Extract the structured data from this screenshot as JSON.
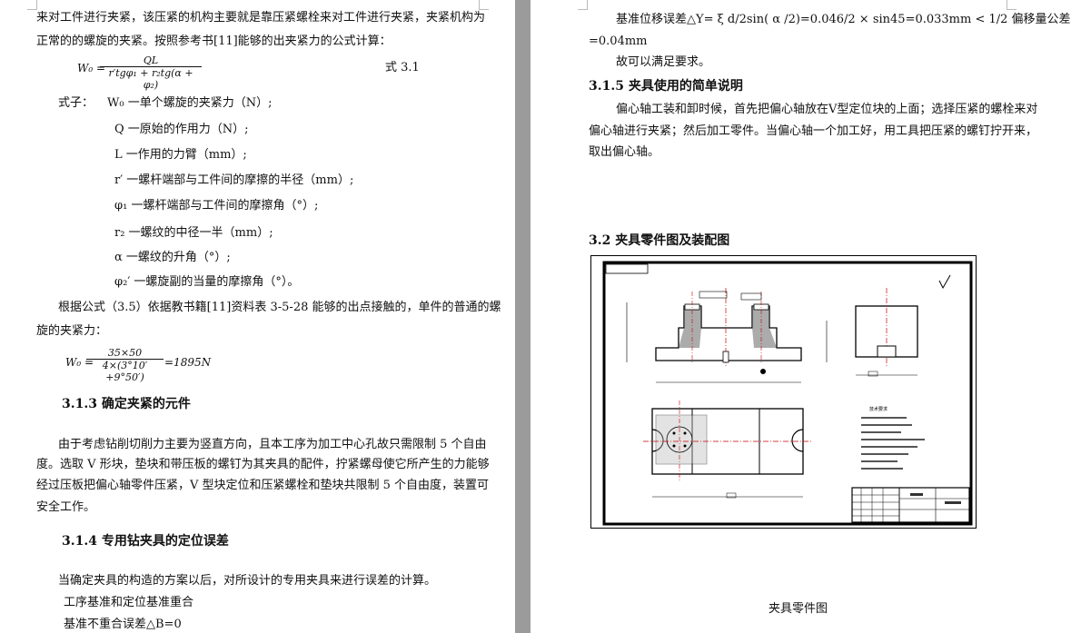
{
  "left": {
    "line1": "来对工件进行夹紧，该压紧的机构主要就是靠压紧螺栓来对工件进行夹紧，夹紧机构为",
    "line2": "正常的的螺旋的夹紧。按照参考书[11]能够的出夹紧力的公式计算：",
    "formula1": {
      "lhs": "W₀ =",
      "numerator": "QL",
      "denominator": "r′tgφ₁ + r₂tg(α + φ₂)",
      "tag": "式 3.1"
    },
    "legend_intro": "式子：",
    "legend": [
      "W₀ 一单个螺旋的夹紧力（N）;",
      "Q 一原始的作用力（N）;",
      "L 一作用的力臂（mm）;",
      "r′ 一螺杆端部与工件间的摩擦的半径（mm）;",
      "φ₁ 一螺杆端部与工件间的摩擦角（°）;",
      "r₂ 一螺纹的中径一半（mm）;",
      "α 一螺纹的升角（°）;",
      "φ₂′ 一螺旋副的当量的摩擦角（°）。"
    ],
    "para2_line1": "根据公式（3.5）依据教书籍[11]资料表 3-5-28 能够的出点接触的，单件的普通的螺",
    "para2_line2": "旋的夹紧力：",
    "formula2": {
      "lhs": "W₀ =",
      "numerator": "35×50",
      "denominator": "4×(3°10′+9°50′)",
      "result": "=1895N"
    },
    "h313": "3.1.3 确定夹紧的元件",
    "para3": [
      "由于考虑钻削切削力主要为竖直方向，且本工序为加工中心孔故只需限制 5 个自由",
      "度。选取 V 形块，垫块和带压板的螺钉为其夹具的配件，拧紧螺母使它所产生的力能够",
      "经过压板把偏心轴零件压紧，V 型块定位和压紧螺栓和垫块共限制 5 个自由度，装置可",
      "安全工作。"
    ],
    "h314": "3.1.4 专用钻夹具的定位误差",
    "para4": "当确定夹具的构造的方案以后，对所设计的专用夹具来进行误差的计算。",
    "para5": "工序基准和定位基准重合",
    "para6": "基准不重合误差△B=0"
  },
  "right": {
    "line1": "基准位移误差△Y= ξ d/2sin( α /2)=0.046/2 × sin45=0.033mm < 1/2 偏移量公差",
    "line2": "=0.04mm",
    "line3": "故可以满足要求。",
    "h315": "3.1.5  夹具使用的简单说明",
    "para1": [
      "偏心轴工装和卸时候，首先把偏心轴放在V型定位块的上面；选择压紧的螺栓来对",
      "偏心轴进行夹紧；然后加工零件。当偏心轴一个加工好，用工具把压紧的螺钉拧开来，",
      "取出偏心轴。"
    ],
    "h32": "3.2 夹具零件图及装配图",
    "caption": "夹具零件图",
    "tech_title": "技术要求"
  }
}
